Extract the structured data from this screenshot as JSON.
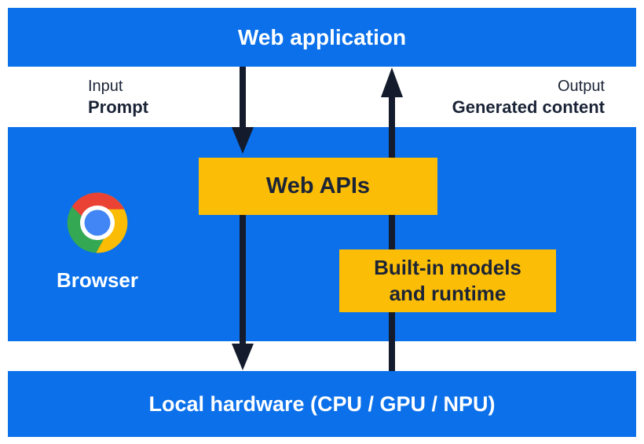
{
  "diagram": {
    "top_bar": {
      "label": "Web application"
    },
    "io_labels": {
      "input_title": "Input",
      "input_value": "Prompt",
      "output_title": "Output",
      "output_value": "Generated content"
    },
    "browser_panel": {
      "browser_label": "Browser",
      "web_apis_label": "Web APIs",
      "builtin_label": [
        "Built-in models",
        "and runtime"
      ]
    },
    "bottom_bar": {
      "label": "Local hardware (CPU / GPU / NPU)"
    },
    "colors": {
      "panel_blue": "#0B70EA",
      "box_yellow": "#FBBD05",
      "arrow_navy": "#131B2C",
      "text_dark": "#1B2437",
      "text_light": "#FFFFFF",
      "chrome_red": "#EA4335",
      "chrome_yellow": "#FBBC05",
      "chrome_green": "#34A853",
      "chrome_blue": "#4285F4"
    }
  }
}
